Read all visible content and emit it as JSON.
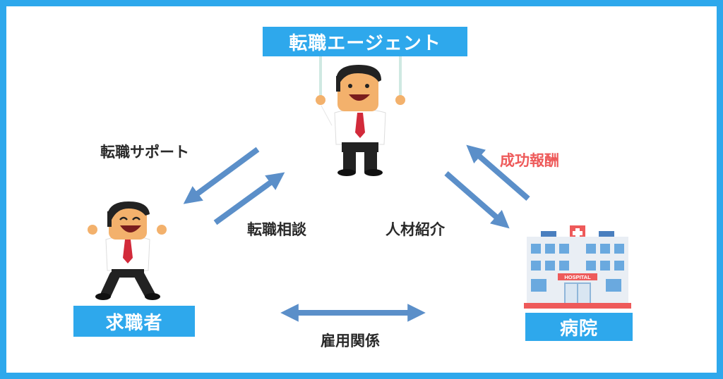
{
  "nodes": {
    "agent": "転職エージェント",
    "job_seeker": "求職者",
    "hospital": "病院"
  },
  "relations": {
    "career_support": "転職サポート",
    "career_consultation": "転職相談",
    "success_fee": "成功報酬",
    "talent_introduction": "人材紹介",
    "employment": "雇用関係"
  },
  "hospital_sign": "HOSPITAL",
  "colors": {
    "frame": "#2ea8ec",
    "tag": "#2ea8ec",
    "arrow": "#5b8fc9",
    "success_fee_text": "#ee5a5a"
  }
}
